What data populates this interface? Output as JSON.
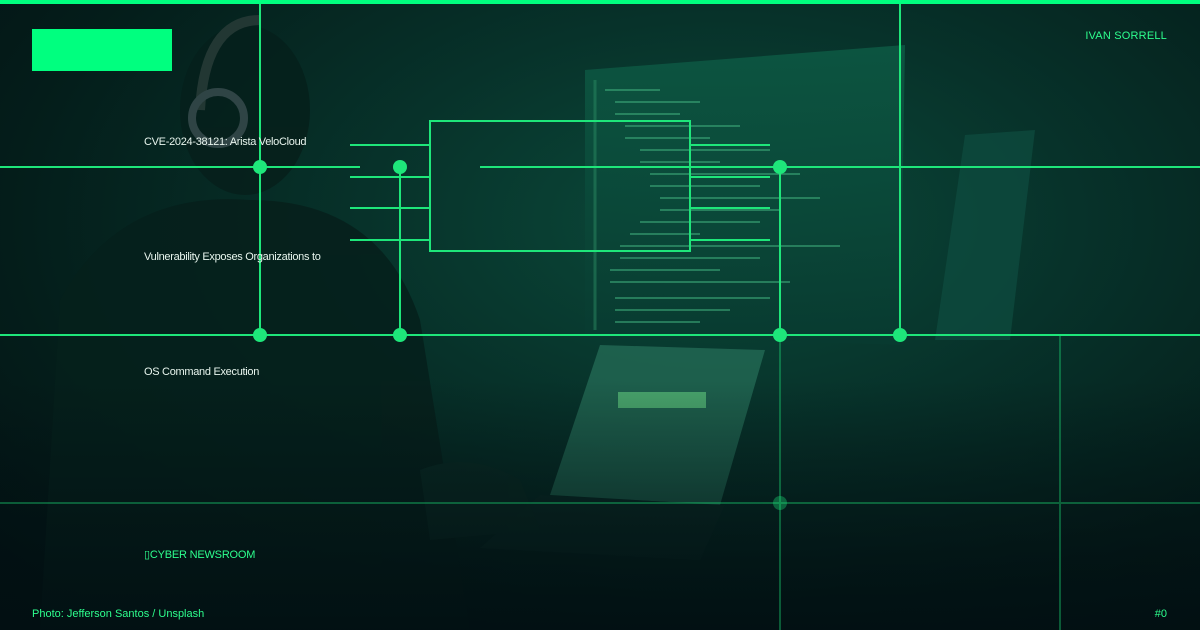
{
  "header": {
    "author": "IVAN SORRELL"
  },
  "article": {
    "title_lines": [
      "CVE-2024-38121: Arista VeloCloud",
      "Vulnerability Exposes Organizations to",
      "OS Command Execution"
    ]
  },
  "footer": {
    "brand": "CYBER NEWSROOM",
    "photo_credit": "Photo: Jefferson Santos / Unsplash",
    "page_number": "#0"
  },
  "colors": {
    "accent": "#00ff7f",
    "background": "#041d1a",
    "title_text": "#e8f5ee"
  },
  "icons": {
    "brand_glyph": "newsroom-icon"
  }
}
